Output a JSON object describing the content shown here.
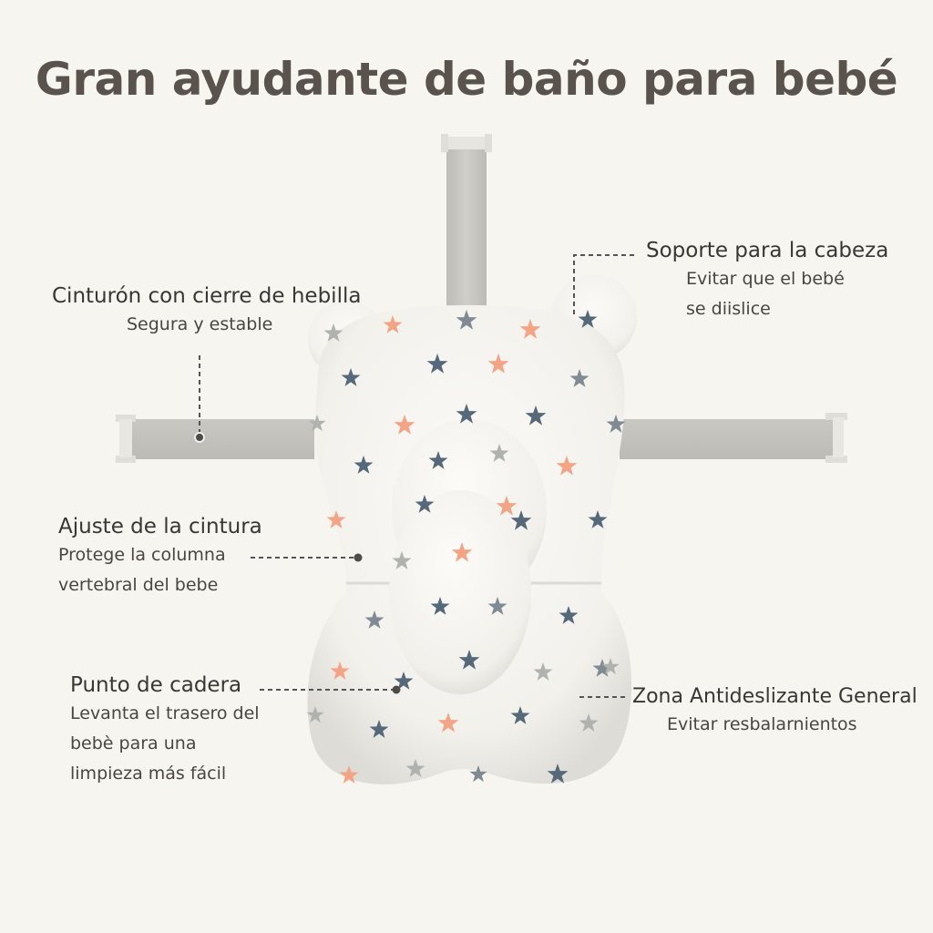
{
  "title": "Gran ayudante de baño para bebé",
  "colors": {
    "background": "#f7f5f0",
    "title_text": "#5a524c",
    "body_text": "#3a3633",
    "strap_gray": "#c2c1bc",
    "cushion_white": "#f5f4f0",
    "star_blue": "#56697a",
    "star_orange": "#f4a484",
    "star_gray": "#a8aaa8",
    "leader_line": "#555555"
  },
  "features": [
    {
      "id": "head-support",
      "title": "Soporte para la cabeza",
      "lines": [
        "Evitar que el bebé",
        "se diislice"
      ]
    },
    {
      "id": "buckle-belt",
      "title": "Cinturón con cierre de hebilla",
      "lines": [
        "Segura y estable"
      ]
    },
    {
      "id": "waist-adjust",
      "title": "Ajuste de la cintura",
      "lines": [
        "Protege la columna",
        "vertebral del bebe"
      ]
    },
    {
      "id": "hip-point",
      "title": "Punto de cadera",
      "lines": [
        "Levanta el trasero del",
        "bebè para una",
        "limpieza más fácil"
      ]
    },
    {
      "id": "anti-slip",
      "title": "Zona Antideslizante General",
      "lines": [
        "Evitar resbalarnientos"
      ]
    }
  ],
  "product": {
    "name": "baby-bath-cushion",
    "pattern": "stars",
    "parts": [
      "top-strap",
      "left-strap",
      "right-strap",
      "head-cushion",
      "bear-ears",
      "body-cushion",
      "center-pillow"
    ]
  }
}
